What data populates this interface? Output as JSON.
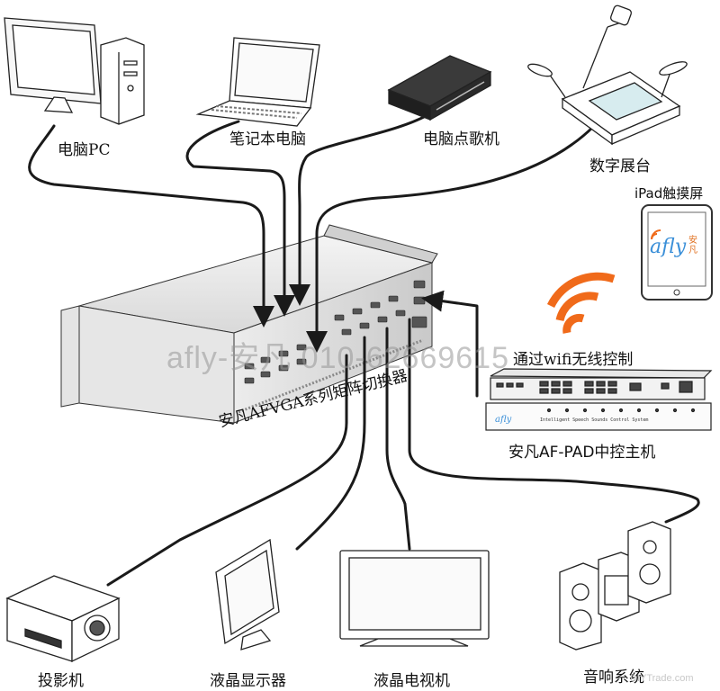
{
  "title": "安凡AFVGA系列矩阵切换器",
  "watermark": "afly-安凡 010-62669615",
  "corner_watermark": "DIYTrade.com",
  "inputs": {
    "pc": "电脑PC",
    "laptop": "笔记本电脑",
    "ktv": "电脑点歌机",
    "visualizer": "数字展台"
  },
  "ipad": {
    "label": "iPad触摸屏",
    "brand": "afly",
    "brand_cn": "安凡"
  },
  "wifi_label": "通过wifi无线控制",
  "controller": {
    "label": "安凡AF-PAD中控主机",
    "brand": "afly",
    "subtitle": "Intelligent Speech Sounds Control System"
  },
  "outputs": {
    "projector": "投影机",
    "lcd_monitor": "液晶显示器",
    "lcd_tv": "液晶电视机",
    "speakers": "音响系统"
  },
  "colors": {
    "cable": "#1a1a1a",
    "wifi": "#f06a1a",
    "device_stroke": "#222222",
    "ipad_brand": "#3a8fd8"
  }
}
